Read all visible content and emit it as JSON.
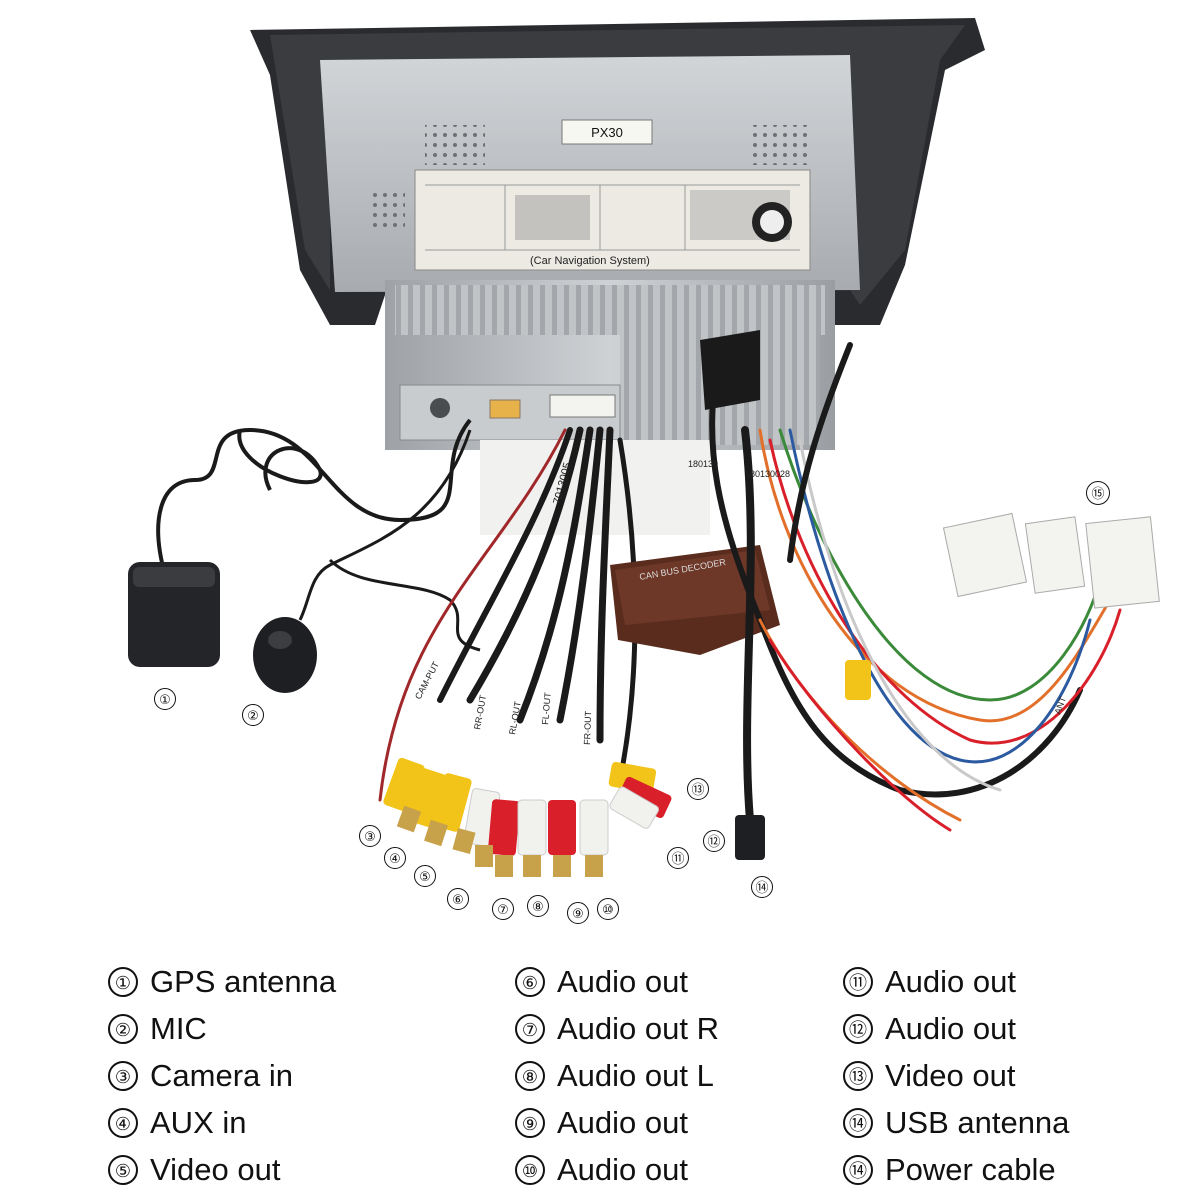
{
  "photo": {
    "unit_sticker": "PX30",
    "unit_panel_title": "(Car Navigation System)",
    "decoder_label": "CAN BUS DECODER",
    "harness_tag_1": "180130",
    "harness_tag_2": "180130028",
    "harness_tag_3": "7013005",
    "wire_labels": [
      "CAM-PUT",
      "RR-OUT",
      "RL-OUT",
      "FL-OUT",
      "FR-OUT",
      "ANT"
    ]
  },
  "callouts": [
    {
      "num": "①"
    },
    {
      "num": "②"
    },
    {
      "num": "③"
    },
    {
      "num": "④"
    },
    {
      "num": "⑤"
    },
    {
      "num": "⑥"
    },
    {
      "num": "⑦"
    },
    {
      "num": "⑧"
    },
    {
      "num": "⑨"
    },
    {
      "num": "⑩"
    },
    {
      "num": "⑪"
    },
    {
      "num": "⑫"
    },
    {
      "num": "⑬"
    },
    {
      "num": "⑭"
    },
    {
      "num": "⑮"
    }
  ],
  "legend": {
    "col1": [
      {
        "num": "①",
        "label": "GPS antenna"
      },
      {
        "num": "②",
        "label": "MIC"
      },
      {
        "num": "③",
        "label": "Camera in"
      },
      {
        "num": "④",
        "label": "AUX in"
      },
      {
        "num": "⑤",
        "label": "Video out"
      }
    ],
    "col2": [
      {
        "num": "⑥",
        "label": "Audio out"
      },
      {
        "num": "⑦",
        "label": "Audio out R"
      },
      {
        "num": "⑧",
        "label": "Audio out L"
      },
      {
        "num": "⑨",
        "label": "Audio out"
      },
      {
        "num": "⑩",
        "label": "Audio out"
      }
    ],
    "col3": [
      {
        "num": "⑪",
        "label": "Audio out"
      },
      {
        "num": "⑫",
        "label": "Audio out"
      },
      {
        "num": "⑬",
        "label": "Video out"
      },
      {
        "num": "⑭",
        "label": "USB antenna"
      },
      {
        "num": "⑭",
        "label": "Power cable"
      }
    ]
  },
  "colors": {
    "rca_yellow": "#f2c318",
    "rca_red": "#d9202a",
    "rca_white": "#f1f1ee",
    "metal": "#b9bcbf",
    "bezel": "#2a2b2e",
    "cable": "#1a1a1a"
  }
}
